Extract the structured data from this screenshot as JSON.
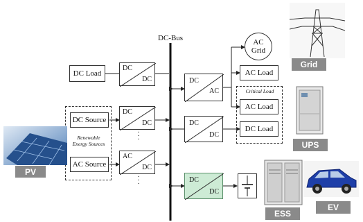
{
  "bus": {
    "label": "DC-Bus"
  },
  "boxes": {
    "dc_load_left": "DC Load",
    "ac_load_top": "AC Load",
    "ac_load_critical": "AC Load",
    "dc_load_critical": "DC Load",
    "dc_source": "DC Source",
    "ac_source": "AC Source",
    "ac_grid_line1": "AC",
    "ac_grid_line2": "Grid"
  },
  "notes": {
    "critical_load": "Critical Load",
    "renewable_line1": "Renewable",
    "renewable_line2": "Energy Sources"
  },
  "converters": {
    "c1": {
      "in": "DC",
      "out": "DC"
    },
    "c2": {
      "in": "DC",
      "out": "DC"
    },
    "c3": {
      "in": "AC",
      "out": "DC"
    },
    "c4": {
      "in": "DC",
      "out": "AC"
    },
    "c5": {
      "in": "DC",
      "out": "DC"
    },
    "c6": {
      "in": "DC",
      "out": "DC"
    }
  },
  "labels": {
    "pv": "PV",
    "grid": "Grid",
    "ups": "UPS",
    "ess": "ESS",
    "ev": "EV"
  },
  "colors": {
    "ess_converter": "#cdebd5",
    "badge": "#8a8a8a"
  }
}
